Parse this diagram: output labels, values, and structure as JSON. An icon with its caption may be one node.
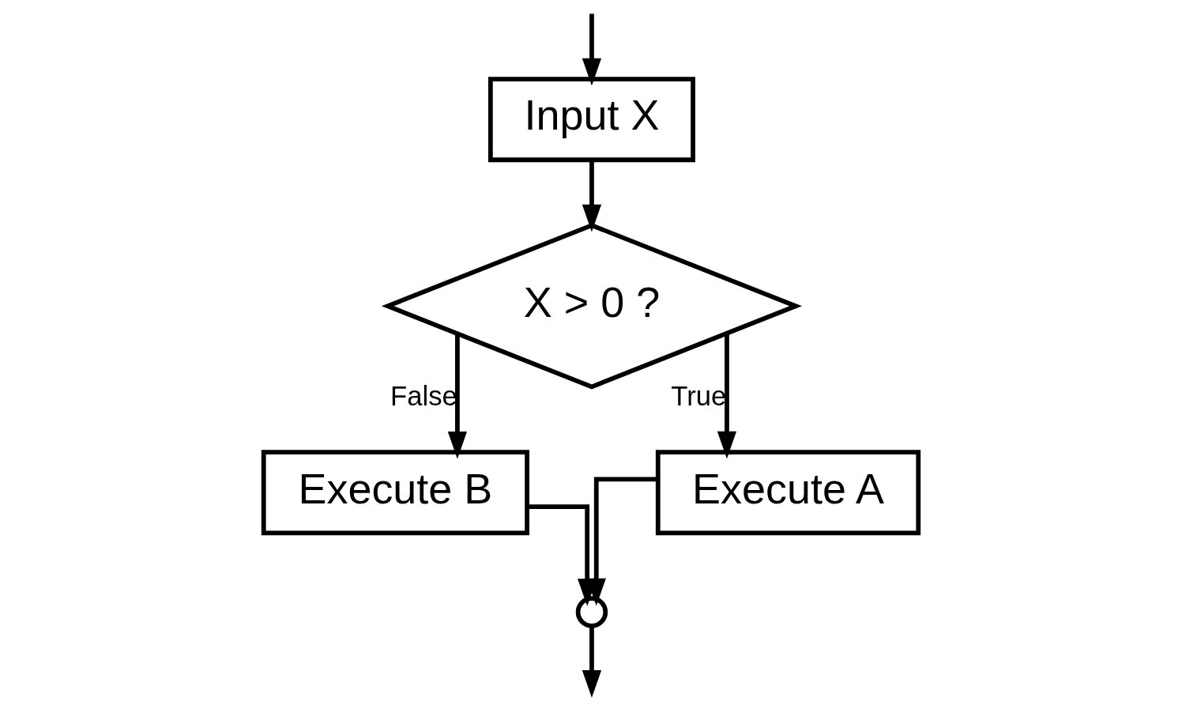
{
  "diagram": {
    "nodes": [
      {
        "text": [
          "Input X"
        ]
      },
      {
        "text": [
          "X > 0 ?"
        ]
      },
      {
        "text": [
          "Execute B"
        ]
      },
      {
        "text": [
          "Execute A"
        ]
      },
      {
        "text": [],
        "shape": "circle"
      }
    ],
    "edges": [
      {
        "from": null,
        "to": 0,
        "arrow": "to"
      },
      {
        "from": 0,
        "to": 1,
        "arrow": "to"
      },
      {
        "from": 1,
        "to": 2,
        "arrow": "to",
        "label": "False"
      },
      {
        "from": 1,
        "to": 3,
        "arrow": "to",
        "label": "True"
      },
      {
        "from": 2,
        "to": 4,
        "arrow": "to"
      },
      {
        "from": 3,
        "to": 4,
        "arrow": "to"
      },
      {
        "from": 4,
        "to": null,
        "arrow": "to"
      }
    ]
  }
}
